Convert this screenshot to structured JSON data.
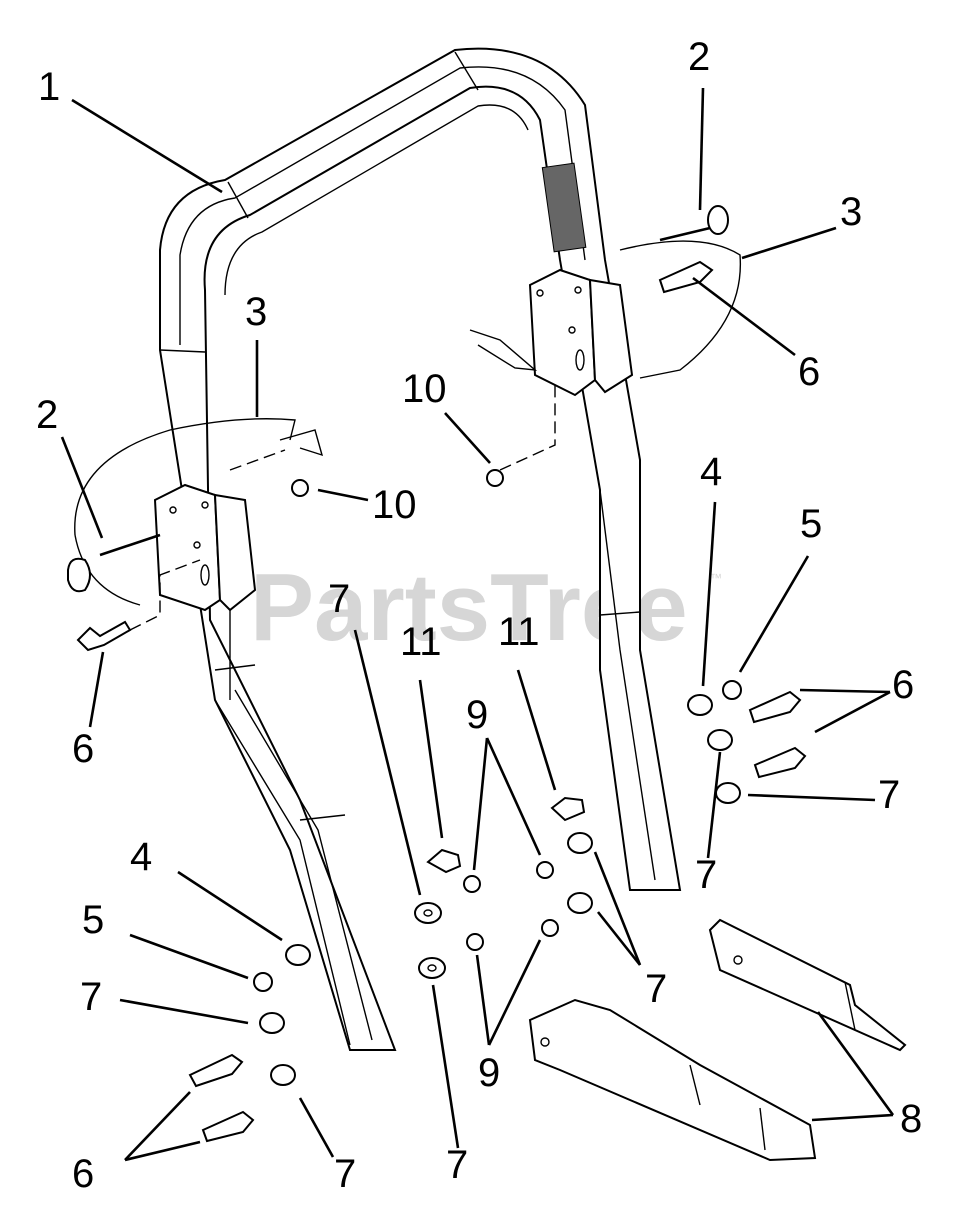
{
  "watermark": {
    "text": "PartsTree",
    "trademark": "™"
  },
  "callouts": {
    "c1": "1",
    "c2_top": "2",
    "c3_right": "3",
    "c6_right_top": "6",
    "c3_left": "3",
    "c2_left": "2",
    "c10_center": "10",
    "c10_left": "10",
    "c6_left": "6",
    "c4_right": "4",
    "c5_right": "5",
    "c6_right_pair": "6",
    "c7_right": "7",
    "c7_right_lower": "7",
    "c7_mid_top": "7",
    "c11_left": "11",
    "c11_right": "11",
    "c9_top": "9",
    "c9_bottom": "9",
    "c7_mid_right": "7",
    "c7_mid_bottom": "7",
    "c4_left": "4",
    "c5_left": "5",
    "c7_left": "7",
    "c6_left_pair": "6",
    "c7_left_bottom": "7",
    "c8": "8"
  }
}
